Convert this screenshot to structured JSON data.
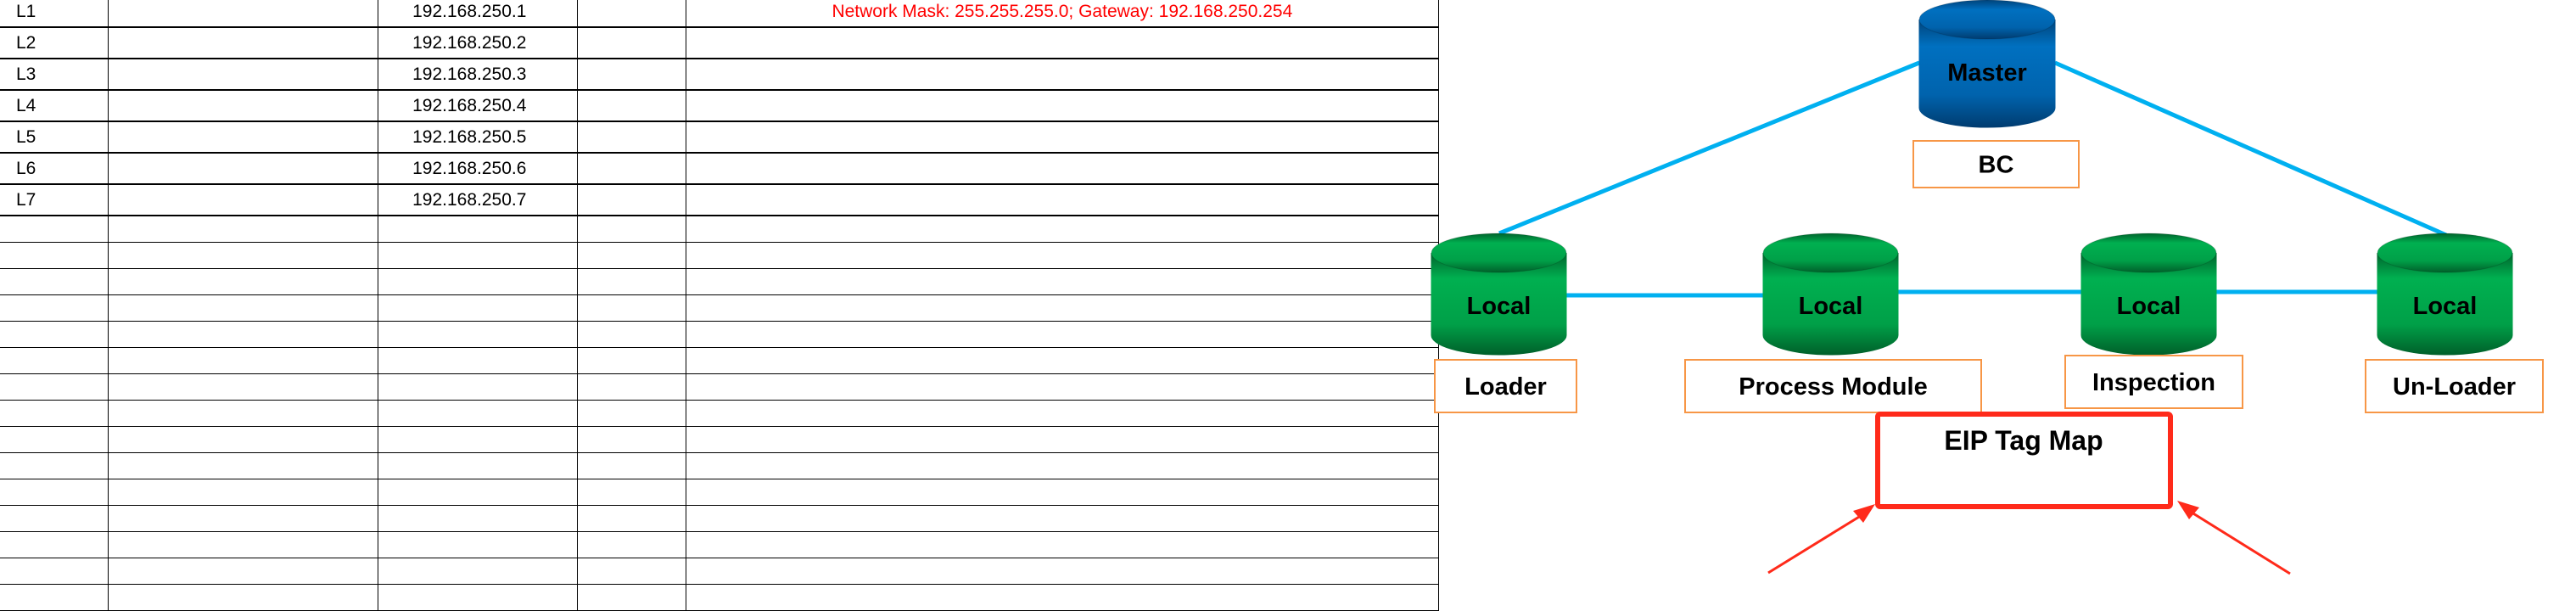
{
  "table": {
    "rows": [
      {
        "name": "L1",
        "ip": "192.168.250.1",
        "note": "Network Mask: 255.255.255.0; Gateway: 192.168.250.254"
      },
      {
        "name": "L2",
        "ip": "192.168.250.2",
        "note": ""
      },
      {
        "name": "L3",
        "ip": "192.168.250.3",
        "note": ""
      },
      {
        "name": "L4",
        "ip": "192.168.250.4",
        "note": ""
      },
      {
        "name": "L5",
        "ip": "192.168.250.5",
        "note": ""
      },
      {
        "name": "L6",
        "ip": "192.168.250.6",
        "note": ""
      },
      {
        "name": "L7",
        "ip": "192.168.250.7",
        "note": ""
      }
    ],
    "note_color": "#ff0000"
  },
  "diagram": {
    "master": {
      "label": "Master",
      "role": "BC",
      "color": "#0070c0"
    },
    "locals": [
      {
        "label": "Local",
        "role": "Loader"
      },
      {
        "label": "Local",
        "role": "Process Module"
      },
      {
        "label": "Local",
        "role": "Inspection"
      },
      {
        "label": "Local",
        "role": "Un-Loader"
      }
    ],
    "local_color": "#00b050",
    "link_color": "#00b0f0",
    "label_border_color": "#f79646",
    "callout": {
      "label": "EIP Tag Map",
      "color": "#ff2a1a"
    }
  }
}
